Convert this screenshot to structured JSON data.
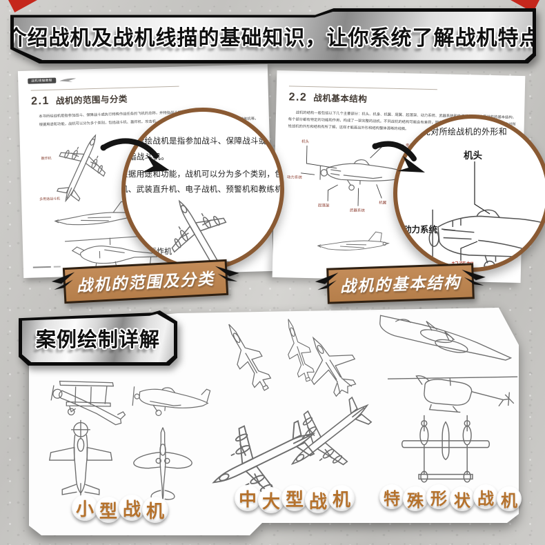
{
  "banner_top": {
    "text": "介绍战机及战机线描的基础知识，让你系统了解战机特点"
  },
  "book": {
    "tab": "战机线描教程",
    "left_page": {
      "number": "2.1",
      "title": "战机的范围与分类",
      "para1": "本书所绘战机是指参加战斗、保障战斗或执行特殊作战任务的飞机的总称，并特指战斗机。",
      "para2": "根据用途和功能，战机可以分为多个类别，包括战斗机、轰炸机、攻击机、多用途战斗机、武装直升机、电子战机、预警机和教练机等。",
      "fig_bomber": "轰炸机",
      "fig_multirole": "多用途战斗机"
    },
    "right_page": {
      "number": "2.2",
      "title": "战机基本结构",
      "para": "战机的结构一般包括以下几个主要部分：机头、机身、机翼、尾翼、起落架、动力系统、武器系统和电子设备。以上是战机的基本结构，每个部分都有特定的功能和作用，构成了一架完整的战机。不同战机的结构可能会有差异，因为它们的设计和用途各不相同。绘制时应先对所绘战机的外形和结构有所了解，这样才能画出外形和结构整体清晰的线稿。",
      "labels": [
        "机头",
        "电子设备",
        "动力系统",
        "起落架",
        "武器系统",
        "机翼"
      ]
    }
  },
  "magnifier_left": {
    "lines": [
      "书所绘战机是指参加战斗、保障战斗或",
      "指战斗机。",
      "根据用途和功能，战机可以分为多个类别，包",
      "机、武装直升机、电子战机、预警机和教练机等"
    ],
    "fig_label": "轰炸机"
  },
  "magnifier_right": {
    "top_line": "先对所绘战机的外形和",
    "label_nose": "机头",
    "label_power": "动力系统",
    "label_gear": "起落架"
  },
  "tags": {
    "left": "战机的范围及分类",
    "right": "战机的基本结构"
  },
  "cases": {
    "banner": "案例绘制详解",
    "categories": [
      {
        "label": "小型战机",
        "chars": [
          "小",
          "型",
          "战",
          "机"
        ]
      },
      {
        "label": "中大型战机",
        "chars": [
          "中",
          "大",
          "型",
          "战",
          "机"
        ]
      },
      {
        "label": "特殊形状战机",
        "chars": [
          "特",
          "殊",
          "形",
          "状",
          "战",
          "机"
        ]
      }
    ]
  },
  "colors": {
    "tag_bg": "#bf8756",
    "tag_border": "#2f2012",
    "bubble_text": "#b5722d",
    "magnifier_ring": "#8a5a33",
    "accent_red": "#c5271c"
  }
}
